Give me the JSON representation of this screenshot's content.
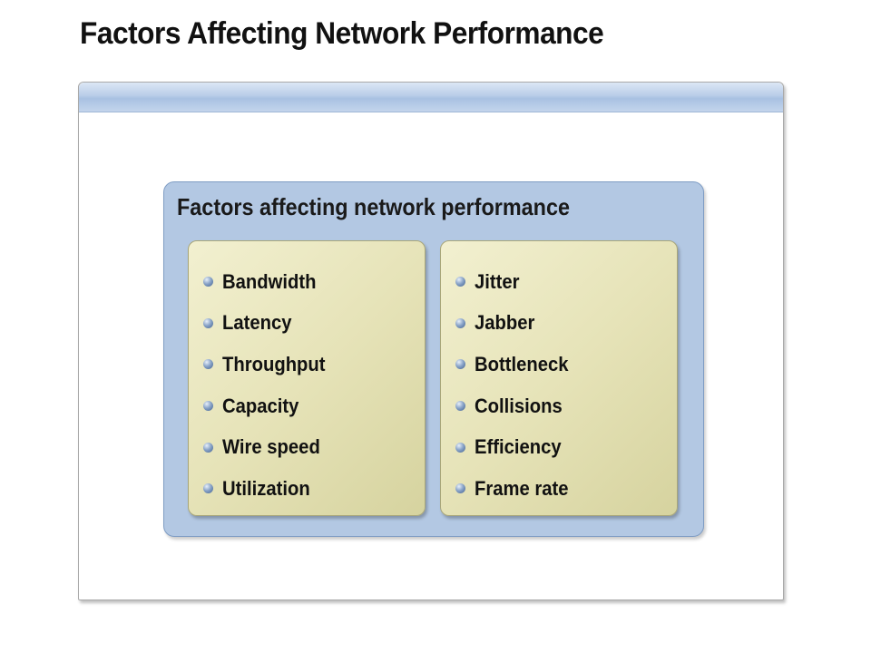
{
  "slide": {
    "title": "Factors Affecting Network Performance"
  },
  "group": {
    "title": "Factors affecting network performance"
  },
  "left_list": [
    "Bandwidth",
    "Latency",
    "Throughput",
    "Capacity",
    "Wire speed",
    "Utilization"
  ],
  "right_list": [
    "Jitter",
    "Jabber",
    "Bottleneck",
    "Collisions",
    "Efficiency",
    "Frame rate"
  ],
  "colors": {
    "group_fill": "#b3c8e3",
    "panel_fill": "#e6e3b8",
    "bullet": "#5a78a8",
    "title_bar": "#b9cde8"
  }
}
